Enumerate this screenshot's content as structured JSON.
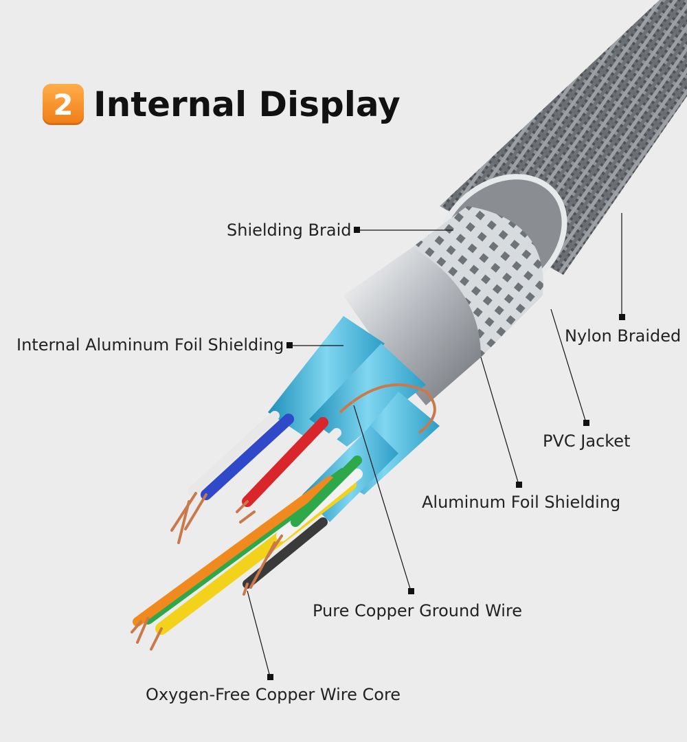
{
  "header": {
    "badge_number": "2",
    "title": "Internal Display",
    "badge_color": "#f58a1f"
  },
  "labels": {
    "shielding_braid": "Shielding Braid",
    "internal_foil": "Internal Aluminum Foil Shielding",
    "nylon_braided": "Nylon Braided",
    "pvc_jacket": "PVC Jacket",
    "aluminum_foil": "Aluminum Foil Shielding",
    "ground_wire": "Pure Copper Ground Wire",
    "wire_core": "Oxygen-Free Copper Wire Core"
  },
  "colors": {
    "background": "#ececec",
    "braid": "#5b5f63",
    "foil": "#3fb2d8",
    "copper": "#c9794a"
  }
}
